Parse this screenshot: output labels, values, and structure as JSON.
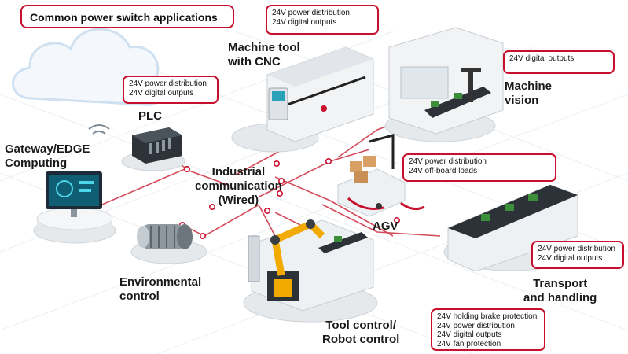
{
  "title": "Common power switch applications",
  "labels": {
    "gateway": [
      "Gateway/EDGE",
      "Computing"
    ],
    "plc": [
      "PLC"
    ],
    "machine_tool": [
      "Machine tool",
      "with CNC"
    ],
    "machine_vision": [
      "Machine",
      "vision"
    ],
    "industrial_comm": [
      "Industrial",
      "communication",
      "(Wired)"
    ],
    "agv": [
      "AGV"
    ],
    "environmental": [
      "Environmental",
      "control"
    ],
    "transport": [
      "Transport",
      "and handling"
    ],
    "tool_control": [
      "Tool control/",
      "Robot control"
    ]
  },
  "callouts": {
    "machine_tool": [
      "24V power distribution",
      "24V digital outputs"
    ],
    "plc": [
      "24V power distribution",
      "24V digital outputs"
    ],
    "machine_vision": [
      "24V digital outputs"
    ],
    "agv": [
      "24V power distribution",
      "24V off-board loads"
    ],
    "transport": [
      "24V power distribution",
      "24V digital outputs"
    ],
    "tool_control": [
      "24V holding brake protection",
      "24V power distribution",
      "24V digital outputs",
      "24V fan protection"
    ]
  },
  "colors": {
    "accent": "#c8102e",
    "platform": "#e9ecef",
    "cloud": "#cfe0f0",
    "robot": "#f2a900"
  }
}
